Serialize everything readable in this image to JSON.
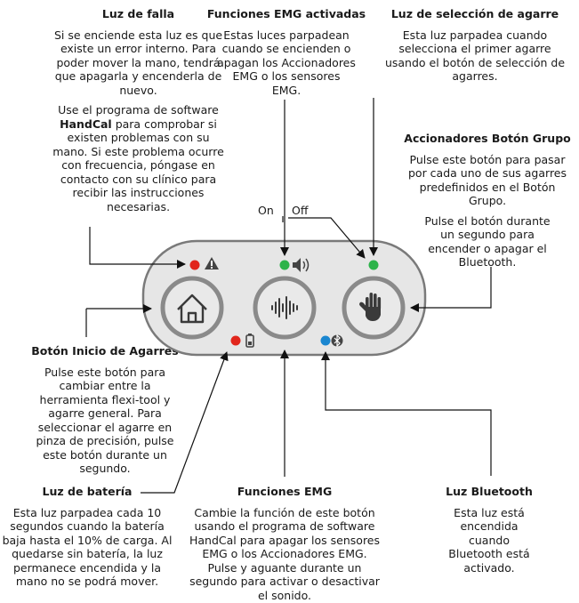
{
  "fault": {
    "title": "Luz de falla",
    "p1": "Si se enciende esta luz es que existe un error interno. Para poder mover la mano, tendrá que apagarla y encenderla de nuevo.",
    "p2_pre": "Use el programa de software",
    "p2_bold": "HandCal",
    "p2_post": "para comprobar si existen problemas con su mano. Si este problema ocurre con frecuencia, póngase en contacto con su clínico para recibir las instrucciones necesarias."
  },
  "emg_active": {
    "title": "Funciones EMG activadas",
    "text": "Estas luces parpadean cuando se encienden o apagan los Accionadores EMG o los sensores EMG."
  },
  "grip_light": {
    "title": "Luz de selección de agarre",
    "text": "Esta luz parpadea cuando selecciona el primer agarre usando el botón de selección de agarres."
  },
  "group_button": {
    "title": "Accionadores Botón Grupo",
    "p1": "Pulse este botón para pasar por cada uno de sus agarres predefinidos en el Botón Grupo.",
    "p2": "Pulse el botón durante un segundo para encender o apagar el Bluetooth."
  },
  "toggle": {
    "on": "On",
    "off": "Off"
  },
  "home_button": {
    "title": "Botón Inicio de Agarres",
    "text": "Pulse este botón para cambiar entre la herramienta flexi-tool y agarre general. Para seleccionar el agarre en pinza de precisión, pulse este botón durante un segundo."
  },
  "battery": {
    "title": "Luz de batería",
    "text": "Esta luz parpadea cada 10 segundos cuando la batería baja hasta el 10% de carga. Al quedarse sin batería, la luz permanece encendida y la mano no se podrá mover."
  },
  "emg_functions": {
    "title": "Funciones EMG",
    "text": "Cambie la función de este botón usando el programa de software HandCal para apagar los sensores EMG o los Accionadores EMG. Pulse y aguante durante un segundo para activar o desactivar el sonido."
  },
  "bluetooth": {
    "title": "Luz Bluetooth",
    "text": "Esta luz está encendida cuando Bluetooth está activado."
  },
  "colors": {
    "red_led": "#e1261c",
    "green_led": "#2db34a",
    "blue_led": "#1a86d0",
    "panel_fill": "#e6e6e6",
    "panel_stroke": "#7a7a7a",
    "button_ring": "#8a8a8a"
  }
}
